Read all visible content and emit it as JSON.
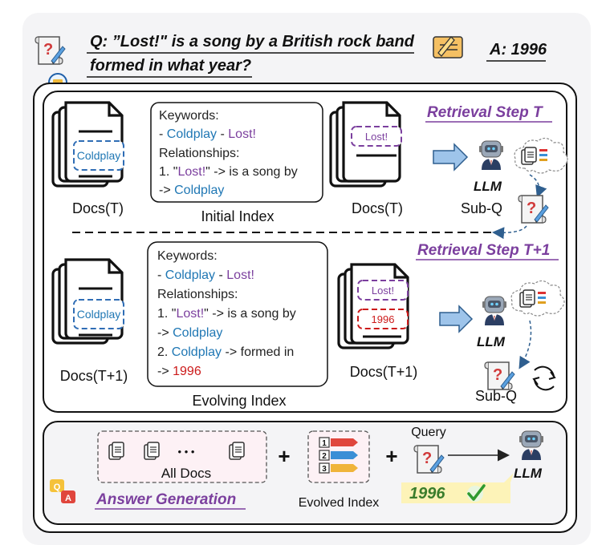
{
  "question": {
    "line1": "Q: ”Lost!\" is a song by a British rock band",
    "line2": "formed in what year?"
  },
  "answer": "A: 1996",
  "step_t": {
    "title": "Retrieval Step T",
    "docs_label_left": "Docs(T)",
    "doc_tag": "Coldplay",
    "index_label": "Initial Index",
    "keywords_title": "Keywords:",
    "kw_dash1": "- ",
    "kw1": "Coldplay",
    "kw_dash2": " - ",
    "kw2": "Lost!",
    "relationships_title": "Relationships:",
    "rel1_prefix": "1. \"",
    "rel1_entity": "Lost!",
    "rel1_suffix": "\" -> is a song by",
    "rel1_cont_prefix": "-> ",
    "rel1_cont_entity": "Coldplay",
    "docs_label_right": "Docs(T)",
    "right_doc_tag": "Lost!",
    "llm": "LLM",
    "subq": "Sub-Q"
  },
  "step_t1": {
    "title": "Retrieval Step T+1",
    "docs_label_left": "Docs(T+1)",
    "doc_tag": "Coldplay",
    "index_label": "Evolving Index",
    "keywords_title": "Keywords:",
    "kw_dash1": "- ",
    "kw1": "Coldplay",
    "kw_dash2": " - ",
    "kw2": "Lost!",
    "relationships_title": "Relationships:",
    "rel1_prefix": "1. \"",
    "rel1_entity": "Lost!",
    "rel1_suffix": "\" -> is a song by",
    "rel1_cont_prefix": "-> ",
    "rel1_cont_entity": "Coldplay",
    "rel2_prefix": "2. ",
    "rel2_entity": "Coldplay",
    "rel2_suffix": " -> formed in",
    "rel2_cont_prefix": "-> ",
    "rel2_cont_entity": "1996",
    "docs_label_right": "Docs(T+1)",
    "right_doc_tag1": "Lost!",
    "right_doc_tag2": "1996",
    "llm": "LLM",
    "subq": "Sub-Q"
  },
  "answer_gen": {
    "title": "Answer Generation",
    "all_docs": "All Docs",
    "ellipsis": "• • •",
    "evolved_index": "Evolved Index",
    "query": "Query",
    "llm": "LLM",
    "plus": "+",
    "result": "1996",
    "list_nums": [
      "1",
      "2",
      "3"
    ]
  },
  "colors": {
    "entity_blue": "#1f77b4",
    "entity_purple": "#7b3f9e",
    "entity_red": "#cc1a1a",
    "title_purple": "#7b3f9e",
    "result_green": "#3a7d2c"
  }
}
